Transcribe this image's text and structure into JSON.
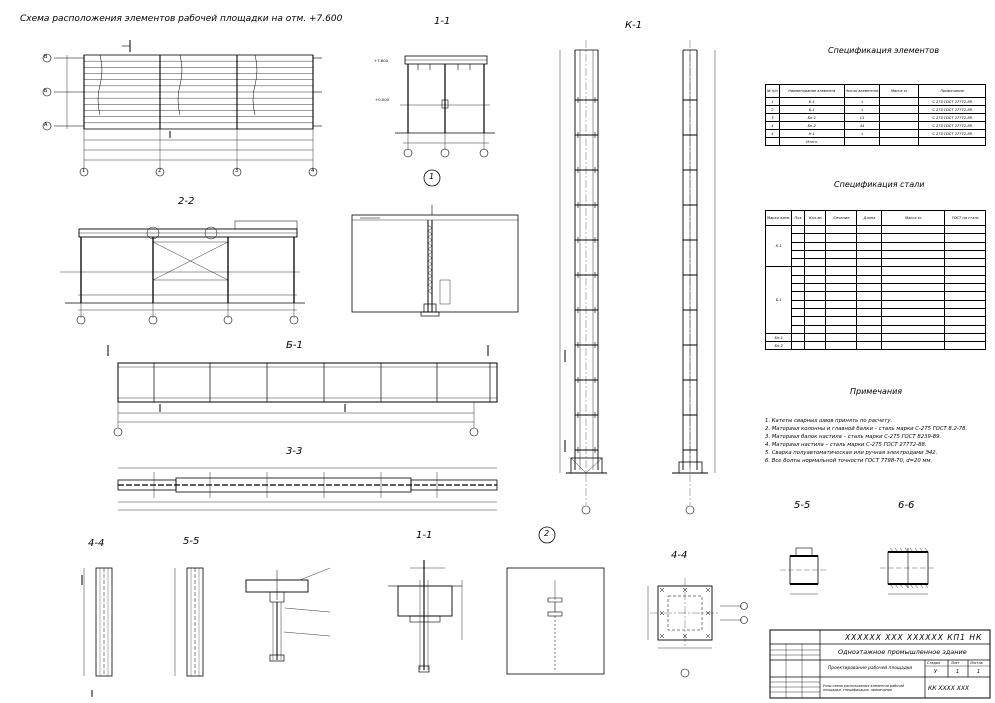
{
  "titles": {
    "plan": "Схема расположения элементов рабочей площадки на отм. +7.600",
    "section_1_1_top": "1-1",
    "section_k1": "К-1",
    "section_2_2": "2-2",
    "section_b1": "Б-1",
    "section_3_3": "3-3",
    "section_4_4_left": "4-4",
    "section_5_5_left": "5-5",
    "section_1_1_bottom": "1-1",
    "section_4_4_bottom": "4-4",
    "section_5_5_right": "5-5",
    "section_6_6_right": "6-6",
    "node_1": "1",
    "node_2": "2"
  },
  "spec_elements": {
    "title": "Спецификация элементов",
    "headers": [
      "№ п/п",
      "Наименование элемента",
      "Число элементов",
      "Масса кг",
      "Примечание"
    ],
    "rows": [
      [
        "1",
        "К-1",
        "1",
        "",
        "С 275 ГОСТ 27772-88"
      ],
      [
        "2",
        "Б-1",
        "1",
        "",
        "С 275 ГОСТ 27772-88"
      ],
      [
        "3",
        "Бн-1",
        "11",
        "",
        "С 275 ГОСТ 27772-88"
      ],
      [
        "4",
        "Бн-2",
        "44",
        "",
        "С 275 ГОСТ 27772-88"
      ],
      [
        "5",
        "Н-1",
        "1",
        "",
        "С 275 ГОСТ 27772-88"
      ],
      [
        "",
        "Итого",
        "",
        "",
        ""
      ]
    ]
  },
  "spec_steel": {
    "title": "Спецификация стали",
    "headers": [
      "Марка элем.",
      "Поз.",
      "Кол-во",
      "Сечение",
      "Длина",
      "Масса кг",
      "ГОСТ на сталь"
    ],
    "marks": [
      "К-1",
      "Б-1",
      "Бн-1",
      "Бн-2"
    ]
  },
  "notes": {
    "title": "Примечания",
    "lines": [
      "1. Катеты сварных швов принять по расчету.",
      "2. Материал колонны и главной балки – сталь марки С-275 ГОСТ 8.2-78.",
      "3. Материал балок настила – сталь марки С-275 ГОСТ 8239-89.",
      "4. Материал настила – сталь марки С-275 ГОСТ 27772-88.",
      "5. Сварка полуавтоматическая или ручная электродами Э42.",
      "6. Все болты нормальной точности ГОСТ 7798-70, d=20 мм."
    ]
  },
  "title_block": {
    "code": "XXXXXX  XXX  XXXXXX  КП1  НК",
    "project": "Одноэтажное промышленное здание",
    "sheet_name": "Проектирование рабочей площадки",
    "stage_label": "Стадия",
    "sheet_label": "Лист",
    "sheets_label": "Листов",
    "stage": "У",
    "sheet": "1",
    "sheets": "1",
    "org": "КК  ХХХХ  ХХХ",
    "bottom_desc": "Узлы схема расположения элементов рабочей площадки, спецификация, примечания"
  },
  "axes": {
    "rows": [
      "В",
      "Б",
      "А"
    ],
    "cols": [
      "1",
      "2",
      "3",
      "4"
    ]
  },
  "levels": {
    "top": "+7.600",
    "mid": "+0.000"
  }
}
